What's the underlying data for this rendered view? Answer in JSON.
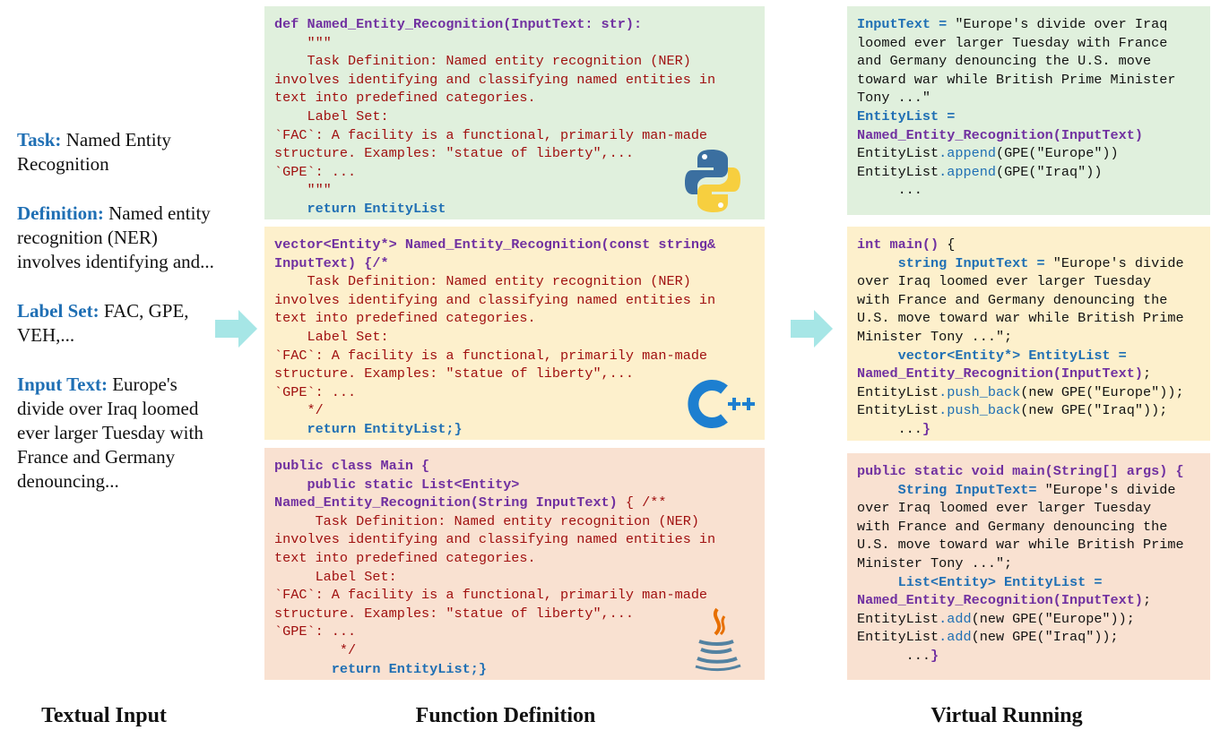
{
  "textual_input": {
    "task_label": "Task:",
    "task_value": " Named Entity Recognition",
    "definition_label": "Definition:",
    "definition_value": " Named entity recognition (NER) involves identifying and...",
    "labelset_label": "Label Set:",
    "labelset_value": " FAC, GPE, VEH,...",
    "input_label": "Input Text:",
    "input_value": " Europe's divide over Iraq loomed ever larger Tuesday with France and Germany denouncing..."
  },
  "python_def": {
    "sig": "def Named_Entity_Recognition(InputText: str):",
    "doc_open": "    \"\"\"",
    "task": "    Task Definition: Named entity recognition (NER)\ninvolves identifying and classifying named entities in\ntext into predefined categories.",
    "labelset": "    Label Set:",
    "fac": "`FAC`: A facility is a functional, primarily man-made\nstructure. Examples: \"statue of liberty\",...",
    "gpe": "`GPE`: ...",
    "doc_close": "    \"\"\"",
    "ret": "    return EntityList"
  },
  "cpp_def": {
    "sig": "vector<Entity*> Named_Entity_Recognition(const string&\nInputText) {/*",
    "task": "    Task Definition: Named entity recognition (NER)\ninvolves identifying and classifying named entities in\ntext into predefined categories.",
    "labelset": "    Label Set:",
    "fac": "`FAC`: A facility is a functional, primarily man-made\nstructure. Examples: \"statue of liberty\",...",
    "gpe": "`GPE`: ...",
    "close": "    */",
    "ret": "    return EntityList;}"
  },
  "java_def": {
    "sig1": "public class Main {",
    "sig2": "    public static List<Entity>\nNamed_Entity_Recognition(String InputText)",
    "open": " { /**",
    "task": "     Task Definition: Named entity recognition (NER)\ninvolves identifying and classifying named entities in\ntext into predefined categories.",
    "labelset": "     Label Set:",
    "fac": "`FAC`: A facility is a functional, primarily man-made\nstructure. Examples: \"statue of liberty\",...",
    "gpe": "`GPE`: ...",
    "close": "        */",
    "ret": "       return EntityList;}"
  },
  "python_run": {
    "var": "InputText =",
    "text": " \"Europe's divide over Iraq\nloomed ever larger Tuesday with France\nand Germany denouncing the U.S. move\ntoward war while British Prime Minister\nTony ...\"",
    "list": "EntityList =",
    "call": "Named_Entity_Recognition(InputText)",
    "a1_obj": "EntityList",
    "a1_m": ".append",
    "a1_arg": "(GPE(\"Europe\"))",
    "a2_obj": "EntityList",
    "a2_m": ".append",
    "a2_arg": "(GPE(\"Iraq\"))",
    "dots": "     ..."
  },
  "cpp_run": {
    "main": "int main()",
    "brace": " {",
    "var_indent": "     ",
    "var": "string InputText =",
    "text": " \"Europe's divide\nover Iraq loomed ever larger Tuesday\nwith France and Germany denouncing the\nU.S. move toward war while British Prime\nMinister Tony ...\";",
    "list_indent": "     ",
    "list": "vector<Entity*> EntityList =",
    "call": "Named_Entity_Recognition(InputText)",
    "semi": ";",
    "a1_obj": "EntityList",
    "a1_m": ".push_back",
    "a1_arg": "(new GPE(\"Europe\"));",
    "a2_obj": "EntityList",
    "a2_m": ".push_back",
    "a2_arg": "(new GPE(\"Iraq\"));",
    "dots": "     ...",
    "end": "}"
  },
  "java_run": {
    "main": "public static void main(String[] args) {",
    "var_indent": "     ",
    "var": "String InputText=",
    "text": " \"Europe's divide\nover Iraq loomed ever larger Tuesday\nwith France and Germany denouncing the\nU.S. move toward war while British Prime\nMinister Tony ...\";",
    "list_indent": "     ",
    "list": "List<Entity> EntityList =",
    "call": "Named_Entity_Recognition(InputText)",
    "semi": ";",
    "a1_obj": "EntityList",
    "a1_m": ".add",
    "a1_arg": "(new GPE(\"Europe\"));",
    "a2_obj": "EntityList",
    "a2_m": ".add",
    "a2_arg": "(new GPE(\"Iraq\"));",
    "dots": "      ...",
    "end": "}"
  },
  "footers": {
    "textual": "Textual Input",
    "function": "Function Definition",
    "virtual": "Virtual Running"
  },
  "colors": {
    "label_blue": "#1f6fb4",
    "keyword_purple": "#7030a0",
    "comment_red": "#a01010",
    "arrow_cyan": "#a6e6e6",
    "python_bg": "#e0f0dd",
    "cpp_bg": "#fdf0cc",
    "java_bg": "#f9e1d1"
  },
  "icons": [
    "python-logo-icon",
    "cpp-logo-icon",
    "java-logo-icon",
    "right-arrow-icon"
  ]
}
